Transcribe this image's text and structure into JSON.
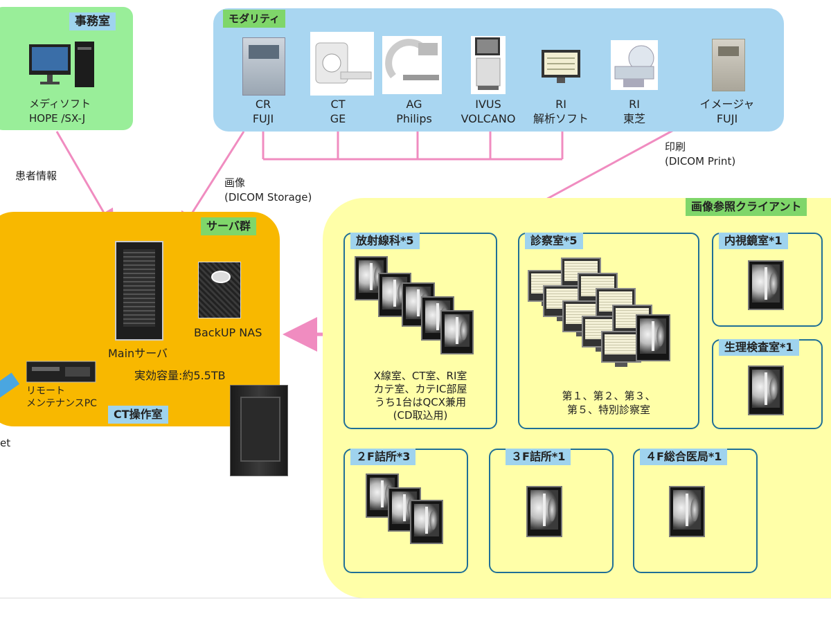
{
  "office": {
    "title": "事務室",
    "device_line1": "メディソフト",
    "device_line2": "HOPE /SX-J"
  },
  "modality": {
    "title": "モダリティ",
    "items": [
      {
        "l1": "CR",
        "l2": "FUJI"
      },
      {
        "l1": "CT",
        "l2": "GE"
      },
      {
        "l1": "AG",
        "l2": "Philips"
      },
      {
        "l1": "IVUS",
        "l2": "VOLCANO"
      },
      {
        "l1": "RI",
        "l2": "解析ソフト"
      },
      {
        "l1": "RI",
        "l2": "東芝"
      },
      {
        "l1": "イメージャ",
        "l2": "FUJI"
      }
    ]
  },
  "labels": {
    "patient_info": "患者情報",
    "image_l1": "画像",
    "image_l2": "(DICOM Storage)",
    "print_l1": "印刷",
    "print_l2": "(DICOM Print)",
    "edge_text": "et"
  },
  "server": {
    "title": "サーバ群",
    "main": "Mainサーバ",
    "backup": "BackUP NAS",
    "capacity": "実効容量:約5.5TB",
    "remote_l1": "リモート",
    "remote_l2": "メンテナンスPC",
    "ct_room": "CT操作室"
  },
  "clients": {
    "title": "画像参照クライアント",
    "rooms": {
      "radiology": {
        "title": "放射線科*5",
        "l1": "X線室、CT室、RI室",
        "l2": "カテ室、カテIC部屋",
        "l3": "うち1台はQCX兼用",
        "l4": "(CD取込用)"
      },
      "exam": {
        "title": "診察室*5",
        "l1": "第１、第２、第３、",
        "l2": "第５、特別診察室"
      },
      "endoscopy": {
        "title": "内視鏡室*1"
      },
      "physio": {
        "title": "生理検査室*1"
      },
      "f2": {
        "title": "２F詰所*3"
      },
      "f3": {
        "title": "３F詰所*1"
      },
      "f4": {
        "title": "４F総合医局*1"
      }
    }
  }
}
